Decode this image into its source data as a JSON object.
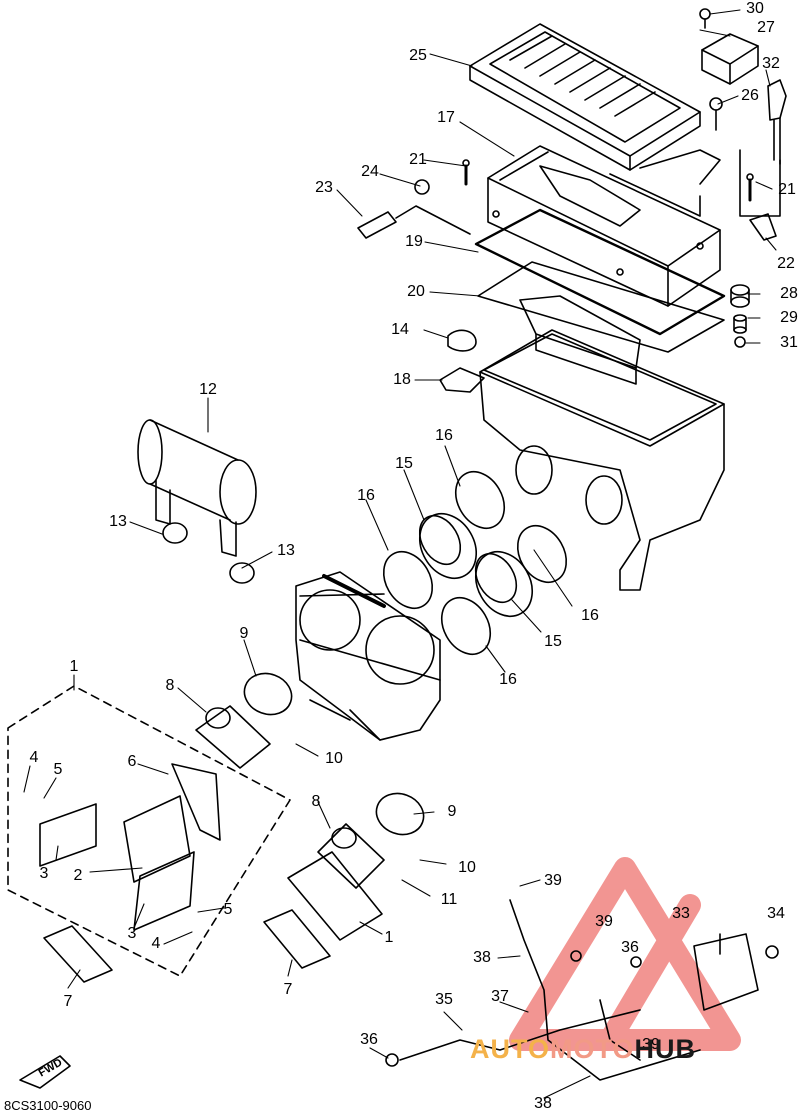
{
  "diagram": {
    "code": "8CS3100-9060",
    "fwd_label": "FWD",
    "watermark": {
      "part1": "AUTO",
      "part2": "MOTO",
      "part3": "HUB",
      "color": "#e8403a"
    },
    "callouts": [
      {
        "id": "c30",
        "text": "30"
      },
      {
        "id": "c27",
        "text": "27"
      },
      {
        "id": "c25",
        "text": "25"
      },
      {
        "id": "c32",
        "text": "32"
      },
      {
        "id": "c26",
        "text": "26"
      },
      {
        "id": "c17",
        "text": "17"
      },
      {
        "id": "c21a",
        "text": "21"
      },
      {
        "id": "c21b",
        "text": "21"
      },
      {
        "id": "c24",
        "text": "24"
      },
      {
        "id": "c23",
        "text": "23"
      },
      {
        "id": "c22",
        "text": "22"
      },
      {
        "id": "c19",
        "text": "19"
      },
      {
        "id": "c28",
        "text": "28"
      },
      {
        "id": "c20",
        "text": "20"
      },
      {
        "id": "c29",
        "text": "29"
      },
      {
        "id": "c14",
        "text": "14"
      },
      {
        "id": "c31",
        "text": "31"
      },
      {
        "id": "c18",
        "text": "18"
      },
      {
        "id": "c12",
        "text": "12"
      },
      {
        "id": "c16a",
        "text": "16"
      },
      {
        "id": "c15a",
        "text": "15"
      },
      {
        "id": "c16b",
        "text": "16"
      },
      {
        "id": "c13a",
        "text": "13"
      },
      {
        "id": "c13b",
        "text": "13"
      },
      {
        "id": "c16c",
        "text": "16"
      },
      {
        "id": "c15b",
        "text": "15"
      },
      {
        "id": "c16d",
        "text": "16"
      },
      {
        "id": "c9a",
        "text": "9"
      },
      {
        "id": "c1a",
        "text": "1"
      },
      {
        "id": "c8a",
        "text": "8"
      },
      {
        "id": "c10a",
        "text": "10"
      },
      {
        "id": "c4a",
        "text": "4"
      },
      {
        "id": "c5a",
        "text": "5"
      },
      {
        "id": "c6",
        "text": "6"
      },
      {
        "id": "c8b",
        "text": "8"
      },
      {
        "id": "c9b",
        "text": "9"
      },
      {
        "id": "c3a",
        "text": "3"
      },
      {
        "id": "c2",
        "text": "2"
      },
      {
        "id": "c10b",
        "text": "10"
      },
      {
        "id": "c11",
        "text": "11"
      },
      {
        "id": "c39a",
        "text": "39"
      },
      {
        "id": "c5b",
        "text": "5"
      },
      {
        "id": "c3b",
        "text": "3"
      },
      {
        "id": "c1b",
        "text": "1"
      },
      {
        "id": "c4b",
        "text": "4"
      },
      {
        "id": "c33",
        "text": "33"
      },
      {
        "id": "c34",
        "text": "34"
      },
      {
        "id": "c39b",
        "text": "39"
      },
      {
        "id": "c36a",
        "text": "36"
      },
      {
        "id": "c38a",
        "text": "38"
      },
      {
        "id": "c7a",
        "text": "7"
      },
      {
        "id": "c7b",
        "text": "7"
      },
      {
        "id": "c35",
        "text": "35"
      },
      {
        "id": "c37",
        "text": "37"
      },
      {
        "id": "c36b",
        "text": "36"
      },
      {
        "id": "c39c",
        "text": "39"
      },
      {
        "id": "c38b",
        "text": "38"
      }
    ]
  }
}
